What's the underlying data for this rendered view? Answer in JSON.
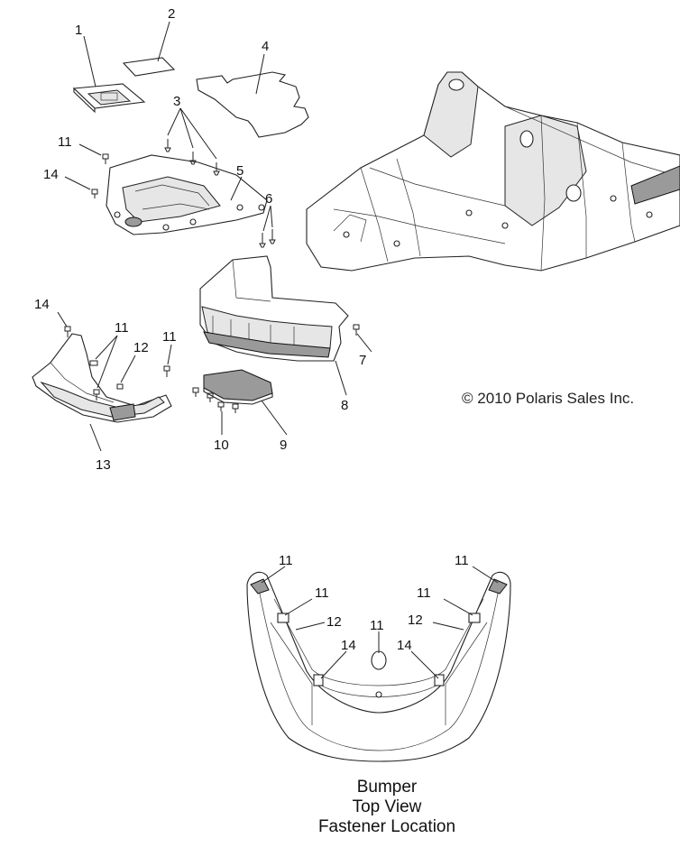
{
  "copyright": "© 2010 Polaris Sales Inc.",
  "caption": {
    "line1": "Bumper",
    "line2": "Top View",
    "line3": "Fastener Location"
  },
  "callouts": {
    "c1": "1",
    "c2": "2",
    "c3": "3",
    "c4": "4",
    "c5": "5",
    "c6": "6",
    "c7": "7",
    "c8": "8",
    "c9": "9",
    "c10": "10",
    "c11a": "11",
    "c11b": "11",
    "c11c": "11",
    "c12": "12",
    "c13": "13",
    "c14a": "14",
    "c14b": "14",
    "t11a": "11",
    "t11b": "11",
    "t11c": "11",
    "t11d": "11",
    "t11e": "11",
    "t12a": "12",
    "t12b": "12",
    "t14a": "14",
    "t14b": "14"
  }
}
